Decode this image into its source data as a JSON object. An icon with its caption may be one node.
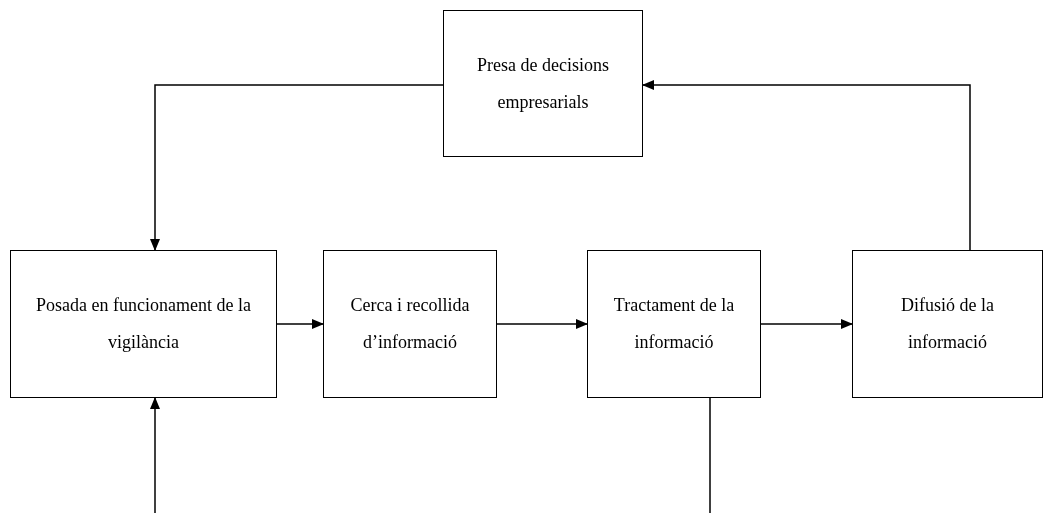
{
  "diagram": {
    "nodes": [
      {
        "text": [
          "Presa de decisions empresarials"
        ]
      },
      {
        "text": [
          "Posada en funcionament de la vigilància"
        ]
      },
      {
        "text": [
          "Cerca i recollida d’informació"
        ]
      },
      {
        "text": [
          "Tractament de la informació"
        ]
      },
      {
        "text": [
          "Difusió de la informació"
        ]
      }
    ],
    "edges": [
      {
        "from": 0,
        "to": 1,
        "arrow": "to"
      },
      {
        "from": 1,
        "to": 2,
        "arrow": "to"
      },
      {
        "from": 2,
        "to": 3,
        "arrow": "to"
      },
      {
        "from": 3,
        "to": 4,
        "arrow": "to"
      },
      {
        "from": 4,
        "to": 0,
        "arrow": "to"
      },
      {
        "from": null,
        "to": 1,
        "arrow": "to"
      },
      {
        "from": 3,
        "to": null,
        "arrow": "none"
      }
    ]
  }
}
